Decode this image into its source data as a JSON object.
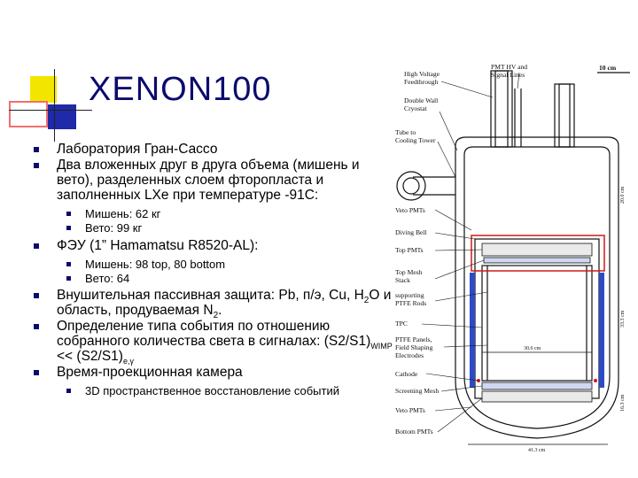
{
  "slide": {
    "title": "XENON100",
    "bullets": [
      {
        "text": "Лаборатория Гран-Сассо"
      },
      {
        "text": "Два вложенных друг в друга объема (мишень и вето), разделенных слоем фторопласта и заполненных LXe при температуре -91С:"
      },
      {
        "sub": [
          "Мишень: 62 кг",
          "Вето: 99 кг"
        ]
      },
      {
        "text": "ФЭУ (1” Hamamatsu R8520-AL):"
      },
      {
        "sub": [
          "Мишень: 98 top, 80 bottom",
          "Вето: 64"
        ]
      },
      {
        "text_parts": [
          "Внушительная пассивная защита: Pb, п/э, Cu, H",
          "2",
          "O и область, продуваемая N",
          "2",
          "."
        ]
      },
      {
        "text_parts": [
          "Определение типа события по отношению собранного количества света в сигналах: (S2/S1)",
          "WIMP",
          " << (S2/S1)",
          "e,γ"
        ]
      },
      {
        "text": "Время-проекционная камера"
      },
      {
        "sub": [
          "3D пространственное восстановление событий"
        ]
      }
    ]
  },
  "diagram": {
    "labels": {
      "hv": "High Voltage",
      "hv2": "Feedthrough",
      "pmt_hv": "PMT HV and",
      "pmt_hv2": "Signal Lines",
      "scale": "10 cm",
      "dwc": "Double Wall",
      "dwc2": "Cryostat",
      "tube": "Tube to",
      "tube2": "Cooling Tower",
      "veto_top": "Veto PMTs",
      "bell": "Diving Bell",
      "top_pmts": "Top PMTs",
      "mesh": "Top Mesh",
      "mesh2": "Stack",
      "ptfe": "supporting",
      "ptfe2": "PTFE Rods",
      "tpc": "TPC",
      "ptfe_panels": "PTFE Panels,",
      "ptfe_panels2": "Field Shaping",
      "ptfe_panels3": "Electrodes",
      "cathode": "Cathode",
      "screen": "Screening Mesh",
      "veto_bot": "Veto PMTs",
      "bottom_pmts": "Bottom PMTs",
      "dim_width": "30.6 cm",
      "dim_outer": "41.3 cm",
      "dim_h1": "20.0 cm",
      "dim_h2": "33.3 cm",
      "dim_h3": "16.3 cm"
    }
  }
}
